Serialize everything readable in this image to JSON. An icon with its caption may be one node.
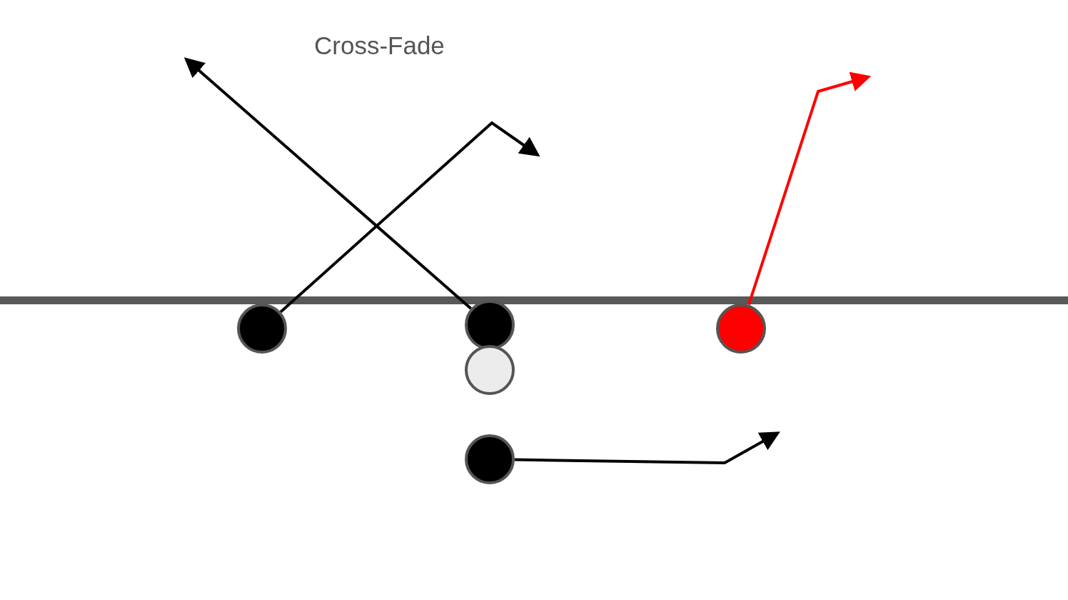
{
  "diagram": {
    "title": "Cross-Fade",
    "nodes": [
      {
        "text": [],
        "shape": "circle"
      },
      {
        "text": [],
        "shape": "circle"
      },
      {
        "text": [],
        "shape": "circle"
      },
      {
        "text": [],
        "shape": "circle"
      },
      {
        "text": [],
        "shape": "circle"
      }
    ],
    "edges": [
      {
        "from": 0,
        "to": null,
        "arrow": "to"
      },
      {
        "from": 1,
        "to": null,
        "arrow": "to"
      },
      {
        "from": 3,
        "to": null,
        "arrow": "to",
        "color": "#ff0000"
      },
      {
        "from": 4,
        "to": null,
        "arrow": "to"
      }
    ]
  }
}
